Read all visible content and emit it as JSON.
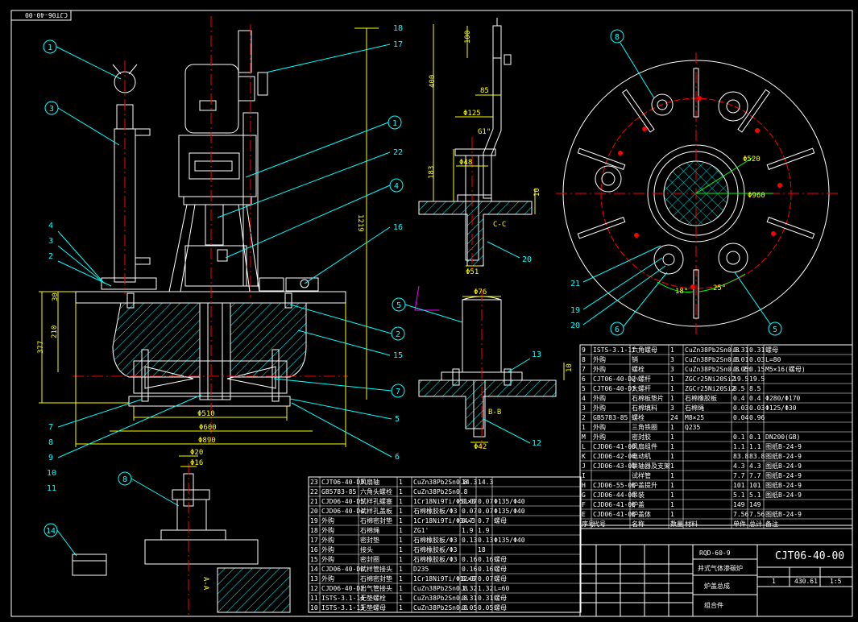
{
  "drawing_code_tag": "CJT06-40-00",
  "title_block": {
    "drawing_no": "CJT06-40-00",
    "product": "RQD-60-9",
    "name_line1": "井式气体渗碳炉",
    "name_line2": "炉盖总成",
    "assembly": "组合件",
    "qty": "1",
    "weight": "430.61",
    "scale": "1:5"
  },
  "header_labels": [
    "序号",
    "代号",
    "名称",
    "数量",
    "材料",
    "单件",
    "总计",
    "备注"
  ],
  "balloons_main": [
    "1",
    "3",
    "4",
    "3",
    "2",
    "1",
    "22",
    "4",
    "16",
    "17",
    "18",
    "2",
    "15",
    "7",
    "5",
    "6",
    "7",
    "8",
    "9",
    "10",
    "11",
    "14",
    "8"
  ],
  "dimensions": {
    "d510": "Φ510",
    "d600": "Φ600",
    "d890": "Φ890",
    "h30": "30",
    "h210": "210",
    "h377": "377",
    "h1219": "1219",
    "d20": "Φ20",
    "d16": "Φ16",
    "cc_100": "100",
    "cc_400": "400",
    "cc_85": "85",
    "cc_d125": "Φ125",
    "cc_g1": "G1\"",
    "cc_d48": "Φ48",
    "cc_183": "183",
    "cc_10": "10",
    "cc_d51": "Φ51",
    "bb_d76": "Φ76",
    "bb_d42": "Φ42",
    "bb_10": "10",
    "plan_d520": "Φ520",
    "plan_d960": "Φ960",
    "plan_18": "18°",
    "plan_25": "25°"
  },
  "section_labels": {
    "cc": "C-C",
    "bb": "B-B",
    "aa": "A-A"
  },
  "parts_right": [
    [
      "9",
      "ISTS-3.1-11",
      "六角螺母",
      "1",
      "CuZn38Pb2Sn0.8",
      "0.31",
      "0.31",
      "螺母"
    ],
    [
      "8",
      "外购",
      "销",
      "3",
      "CuZn38Pb2Sn0.8",
      "0.01",
      "0.03",
      "L=80"
    ],
    [
      "7",
      "外购",
      "螺栓",
      "3",
      "CuZn38Pb2Sn0.8 Zn",
      "0.05",
      "0.15",
      "M5×16(螺母)"
    ],
    [
      "6",
      "CJT06-40-D2",
      "小螺杆",
      "1",
      "ZGCr25Ni20Si2",
      "19.5",
      "19.5",
      ""
    ],
    [
      "5",
      "CJT06-40-D1",
      "大螺杆",
      "1",
      "ZGCr25Ni20Si2",
      "8.5",
      "8.5",
      ""
    ],
    [
      "4",
      "外购",
      "石棉板垫片",
      "1",
      "石棉橡胶板",
      "0.4",
      "0.4",
      "Φ280/Φ170"
    ],
    [
      "3",
      "外购",
      "石棉填料",
      "3",
      "石棉绳",
      "0.03",
      "0.03",
      "Φ125/Φ30"
    ],
    [
      "2",
      "GB5783-85",
      "螺栓",
      "24",
      "M8×25",
      "0.04",
      "0.96",
      ""
    ],
    [
      "1",
      "外购",
      "三角铁圈",
      "1",
      "Q235",
      "",
      "",
      ""
    ],
    [
      "M",
      "外购",
      "密封胶",
      "1",
      "",
      "0.1",
      "0.1",
      "DN200(GB)"
    ],
    [
      "L",
      "CJD06-41-00",
      "风扇组件",
      "1",
      "",
      "1.1",
      "1.1",
      "图纸B-24-9"
    ],
    [
      "K",
      "CJD06-42-00",
      "电动机",
      "1",
      "",
      "83.8",
      "83.8",
      "图纸B-24-9"
    ],
    [
      "J",
      "CJD06-43-00",
      "联轴器及支架",
      "1",
      "",
      "4.3",
      "4.3",
      "图纸B-24-9"
    ],
    [
      "I",
      "",
      "试样管",
      "1",
      "",
      "7.7",
      "7.7",
      "图纸B-24-9"
    ],
    [
      "H",
      "CJD06-55-00",
      "炉盖提升",
      "1",
      "",
      "101",
      "101",
      "图纸B-24-9"
    ],
    [
      "G",
      "CJD06-44-00",
      "吊装",
      "1",
      "",
      "5.1",
      "5.1",
      "图纸B-24-9"
    ],
    [
      "F",
      "CJD06-41-00",
      "炉盖",
      "1",
      "",
      "149",
      "149",
      ""
    ],
    [
      "E",
      "CJD06-41-00",
      "炉盖体",
      "1",
      "",
      "7.56",
      "7.56",
      "图纸B-24-9"
    ]
  ],
  "parts_left": [
    [
      "23",
      "CJT06-40-D3",
      "风扇轴",
      "1",
      "CuZn38Pb2Sn0.8",
      "14.3",
      "14.3",
      ""
    ],
    [
      "22",
      "GB5783-85",
      "六角头螺栓",
      "1",
      "CuZn38Pb2Sn0.8",
      "",
      "",
      ""
    ],
    [
      "21",
      "CJD06-40-D5",
      "试样孔螺塞",
      "1",
      "1Cr18Ni9Ti/Φ51×3",
      "0.07",
      "0.07",
      "Φ135/Φ40"
    ],
    [
      "20",
      "CJD06-40-D4",
      "试样孔盖板",
      "1",
      "石棉橡胶板/Φ3",
      "0.07",
      "0.07",
      "Φ135/Φ40"
    ],
    [
      "19",
      "外购",
      "石棉密封垫",
      "1",
      "1Cr18Ni9Ti/Φ34×3",
      "0.7",
      "0.7",
      "螺母"
    ],
    [
      "18",
      "外购",
      "石棉绳",
      "1",
      "ZG1'",
      "1.9",
      "1.9",
      ""
    ],
    [
      "17",
      "外购",
      "密封垫",
      "1",
      "石棉橡胶板/Φ3",
      "0.13",
      "0.13",
      "Φ135/Φ40"
    ],
    [
      "16",
      "外购",
      "接头",
      "1",
      "石棉橡胶板/Φ3",
      "",
      "18",
      ""
    ],
    [
      "15",
      "外购",
      "密封圈",
      "1",
      "石棉橡胶板/Φ3",
      "0.16",
      "0.16",
      "螺母"
    ],
    [
      "14",
      "CJD06-40-D8",
      "试样管接头",
      "1",
      "D235",
      "0.16",
      "0.16",
      "螺母"
    ],
    [
      "13",
      "外购",
      "石棉密封垫",
      "1",
      "1Cr18Ni9Ti/Φ12×3",
      "0.07",
      "0.07",
      "螺母"
    ],
    [
      "12",
      "CJD06-40-D7",
      "出气管接头",
      "1",
      "CuZn38Pb2Sn0.8",
      "1.32",
      "1.32",
      "L=60"
    ],
    [
      "11",
      "ISTS-3.1-14",
      "无垫螺栓",
      "1",
      "CuZn38Pb2Sn0.8",
      "0.31",
      "0.31",
      "螺母"
    ],
    [
      "10",
      "ISTS-3.1-13",
      "无垫螺母",
      "1",
      "CuZn38Pb2Sn0.8",
      "0.05",
      "0.05",
      "螺母"
    ]
  ],
  "colors": {
    "background": "#000000",
    "outline": "#ffffff",
    "centerline": "#ff0000",
    "dimension": "#ffff00",
    "leader": "#00ffff",
    "hatch": "#00ffff",
    "table": "#ffffff",
    "table_text": "#ffff00"
  }
}
